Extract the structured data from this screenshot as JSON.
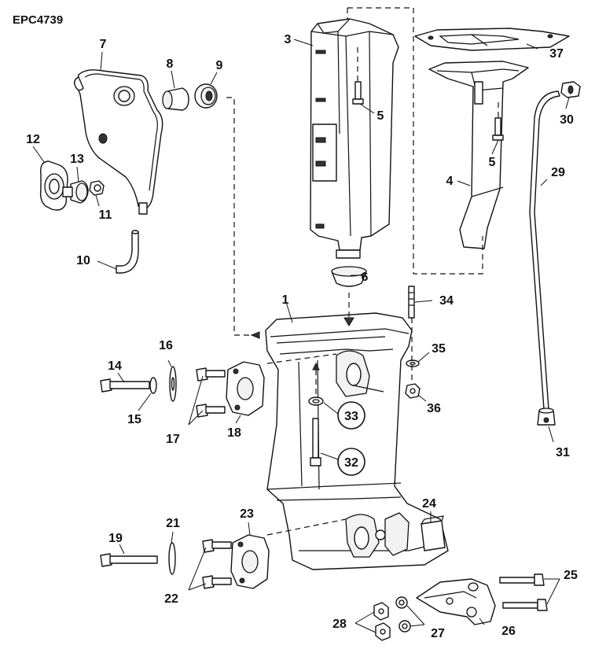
{
  "diagram": {
    "code": "EPC4739",
    "callouts": [
      "1",
      "3",
      "4",
      "5",
      "5",
      "6",
      "7",
      "8",
      "9",
      "10",
      "11",
      "12",
      "13",
      "14",
      "15",
      "16",
      "17",
      "18",
      "19",
      "21",
      "22",
      "23",
      "24",
      "25",
      "26",
      "27",
      "28",
      "29",
      "30",
      "31",
      "32",
      "33",
      "34",
      "35",
      "36",
      "37"
    ]
  }
}
